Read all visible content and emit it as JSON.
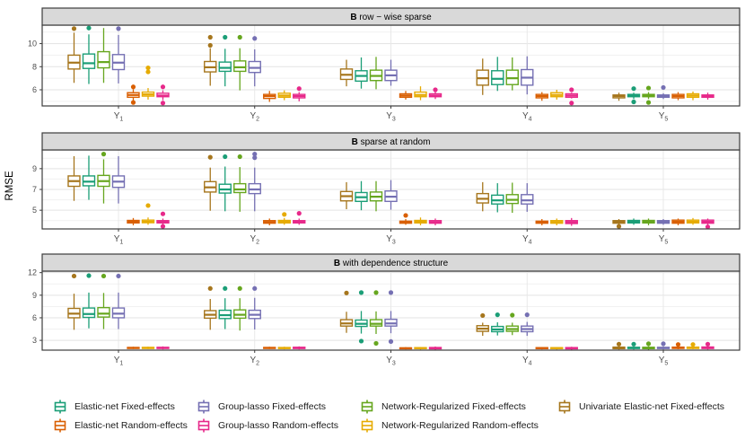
{
  "chart_data": {
    "type": "boxplot",
    "ylabel": "RMSE",
    "categories": [
      {
        "base": "Y",
        "sub": "1"
      },
      {
        "base": "Y",
        "sub": "2"
      },
      {
        "base": "Y",
        "sub": "3"
      },
      {
        "base": "Y",
        "sub": "4"
      },
      {
        "base": "Y",
        "sub": "5"
      }
    ],
    "methods": [
      {
        "key": "univariate-elastic-net-fixed",
        "label": "Univariate Elastic-net Fixed-effects",
        "color": "#A6761D"
      },
      {
        "key": "elastic-net-fixed",
        "label": "Elastic-net Fixed-effects",
        "color": "#1B9E77"
      },
      {
        "key": "network-regularized-fixed",
        "label": "Network-Regularized Fixed-effects",
        "color": "#66A61E"
      },
      {
        "key": "group-lasso-fixed",
        "label": "Group-lasso Fixed-effects",
        "color": "#7570B3"
      },
      {
        "key": "elastic-net-random",
        "label": "Elastic-net Random-effects",
        "color": "#D95F02"
      },
      {
        "key": "network-regularized-random",
        "label": "Network-Regularized Random-effects",
        "color": "#E6AB02"
      },
      {
        "key": "group-lasso-random",
        "label": "Group-lasso Random-effects",
        "color": "#E7298A"
      }
    ],
    "legend_rows": [
      [
        1,
        3,
        2,
        0
      ],
      [
        4,
        6,
        5
      ]
    ],
    "panels": [
      {
        "strip_bold": "B",
        "strip_text": "row − wise sparse",
        "yticks": [
          6,
          8,
          10
        ],
        "ylim": [
          4.6,
          11.6
        ],
        "groups": [
          [
            [
              6.6,
              7.8,
              8.35,
              9.0,
              10.95,
              [
                11.3
              ]
            ],
            [
              6.5,
              7.85,
              8.3,
              9.1,
              10.8,
              [
                11.35
              ]
            ],
            [
              6.6,
              7.9,
              8.4,
              9.3,
              11.35,
              []
            ],
            [
              6.55,
              7.75,
              8.35,
              9.05,
              10.75,
              [
                11.3
              ]
            ],
            [
              5.05,
              5.35,
              5.55,
              5.75,
              6.05,
              [
                6.25,
                4.9
              ]
            ],
            [
              5.15,
              5.45,
              5.6,
              5.8,
              6.15,
              [
                7.55,
                7.9
              ]
            ],
            [
              5.1,
              5.4,
              5.5,
              5.7,
              5.95,
              [
                6.25,
                4.85
              ]
            ]
          ],
          [
            [
              6.35,
              7.55,
              7.95,
              8.45,
              9.6,
              [
                9.85,
                10.55
              ]
            ],
            [
              6.3,
              7.6,
              7.9,
              8.4,
              9.55,
              [
                10.55
              ]
            ],
            [
              5.95,
              7.6,
              7.95,
              8.5,
              9.6,
              [
                10.55
              ]
            ],
            [
              6.3,
              7.5,
              7.9,
              8.45,
              9.5,
              [
                10.45
              ]
            ],
            [
              4.95,
              5.25,
              5.45,
              5.6,
              5.9,
              []
            ],
            [
              5.1,
              5.35,
              5.5,
              5.7,
              5.95,
              []
            ],
            [
              5.0,
              5.3,
              5.45,
              5.6,
              5.8,
              [
                6.1
              ]
            ]
          ],
          [
            [
              6.3,
              6.9,
              7.3,
              7.8,
              8.6,
              []
            ],
            [
              6.1,
              6.75,
              7.2,
              7.65,
              8.8,
              []
            ],
            [
              6.05,
              6.8,
              7.2,
              7.7,
              8.85,
              []
            ],
            [
              6.35,
              6.8,
              7.25,
              7.7,
              8.6,
              []
            ],
            [
              5.15,
              5.35,
              5.5,
              5.65,
              5.9,
              []
            ],
            [
              5.1,
              5.4,
              5.55,
              5.8,
              6.3,
              []
            ],
            [
              5.2,
              5.4,
              5.5,
              5.65,
              5.8,
              [
                6.0
              ]
            ]
          ],
          [
            [
              5.55,
              6.4,
              7.0,
              7.7,
              8.7,
              []
            ],
            [
              5.9,
              6.45,
              6.95,
              7.65,
              8.85,
              []
            ],
            [
              5.95,
              6.45,
              7.0,
              7.7,
              8.8,
              []
            ],
            [
              5.6,
              6.4,
              7.05,
              7.75,
              8.9,
              []
            ],
            [
              5.05,
              5.3,
              5.45,
              5.6,
              5.8,
              []
            ],
            [
              5.15,
              5.4,
              5.55,
              5.75,
              6.0,
              []
            ],
            [
              5.25,
              5.35,
              5.5,
              5.65,
              5.75,
              [
                6.0,
                4.85
              ]
            ]
          ],
          [
            [
              5.05,
              5.3,
              5.45,
              5.55,
              5.75,
              []
            ],
            [
              5.2,
              5.4,
              5.5,
              5.6,
              5.75,
              [
                6.1,
                4.95
              ]
            ],
            [
              5.2,
              5.4,
              5.5,
              5.6,
              5.8,
              [
                6.15,
                4.9
              ]
            ],
            [
              5.2,
              5.35,
              5.45,
              5.55,
              5.7,
              [
                6.2
              ]
            ],
            [
              5.1,
              5.3,
              5.45,
              5.6,
              5.8,
              []
            ],
            [
              5.1,
              5.35,
              5.5,
              5.65,
              5.85,
              []
            ],
            [
              5.15,
              5.35,
              5.45,
              5.55,
              5.75,
              []
            ]
          ]
        ]
      },
      {
        "strip_bold": "B",
        "strip_text": "sparse at random",
        "yticks": [
          5,
          7,
          9
        ],
        "ylim": [
          3.2,
          10.8
        ],
        "groups": [
          [
            [
              5.9,
              7.3,
              7.8,
              8.3,
              10.2,
              []
            ],
            [
              6.0,
              7.35,
              7.75,
              8.3,
              10.25,
              []
            ],
            [
              5.65,
              7.3,
              7.8,
              8.35,
              9.9,
              [
                10.4
              ]
            ],
            [
              5.65,
              7.2,
              7.75,
              8.3,
              10.2,
              []
            ],
            [
              3.55,
              3.78,
              3.9,
              4.02,
              4.25,
              []
            ],
            [
              3.6,
              3.8,
              3.9,
              4.05,
              4.3,
              [
                5.45
              ]
            ],
            [
              3.6,
              3.78,
              3.9,
              4.0,
              4.2,
              [
                4.65,
                3.45
              ]
            ]
          ],
          [
            [
              4.95,
              6.75,
              7.2,
              7.75,
              9.1,
              [
                10.1
              ]
            ],
            [
              4.9,
              6.65,
              7.0,
              7.5,
              9.2,
              [
                10.15
              ]
            ],
            [
              4.85,
              6.7,
              7.0,
              7.55,
              9.15,
              [
                10.15
              ]
            ],
            [
              4.9,
              6.6,
              7.0,
              7.55,
              9.1,
              [
                10.05,
                10.4
              ]
            ],
            [
              3.55,
              3.75,
              3.85,
              4.0,
              4.2,
              []
            ],
            [
              3.6,
              3.78,
              3.9,
              4.02,
              4.25,
              [
                4.6
              ]
            ],
            [
              3.6,
              3.78,
              3.9,
              4.0,
              4.2,
              [
                4.7
              ]
            ]
          ],
          [
            [
              5.1,
              5.9,
              6.35,
              6.8,
              7.7,
              []
            ],
            [
              5.0,
              5.85,
              6.25,
              6.7,
              7.8,
              []
            ],
            [
              4.9,
              5.9,
              6.3,
              6.75,
              7.8,
              []
            ],
            [
              5.05,
              5.85,
              6.3,
              6.85,
              7.9,
              []
            ],
            [
              3.6,
              3.75,
              3.85,
              3.95,
              4.15,
              [
                4.5
              ]
            ],
            [
              3.55,
              3.78,
              3.9,
              4.02,
              4.3,
              []
            ],
            [
              3.55,
              3.75,
              3.85,
              4.0,
              4.2,
              []
            ]
          ],
          [
            [
              4.9,
              5.7,
              6.1,
              6.6,
              7.7,
              []
            ],
            [
              4.8,
              5.6,
              5.95,
              6.45,
              7.6,
              []
            ],
            [
              4.75,
              5.65,
              6.0,
              6.5,
              7.65,
              []
            ],
            [
              4.85,
              5.6,
              5.95,
              6.5,
              7.6,
              []
            ],
            [
              3.55,
              3.75,
              3.85,
              3.95,
              4.15,
              []
            ],
            [
              3.55,
              3.75,
              3.85,
              4.0,
              4.2,
              []
            ],
            [
              3.5,
              3.72,
              3.85,
              4.0,
              4.25,
              []
            ]
          ],
          [
            [
              3.55,
              3.75,
              3.9,
              4.0,
              4.15,
              [
                3.45
              ]
            ],
            [
              3.6,
              3.78,
              3.9,
              4.02,
              4.2,
              []
            ],
            [
              3.55,
              3.78,
              3.9,
              4.02,
              4.2,
              []
            ],
            [
              3.6,
              3.75,
              3.88,
              4.0,
              4.15,
              []
            ],
            [
              3.55,
              3.75,
              3.9,
              4.05,
              4.2,
              []
            ],
            [
              3.6,
              3.78,
              3.9,
              4.05,
              4.25,
              []
            ],
            [
              3.55,
              3.75,
              3.9,
              4.05,
              4.2,
              [
                3.4
              ]
            ]
          ]
        ]
      },
      {
        "strip_bold": "B",
        "strip_text": "with dependence structure",
        "yticks": [
          3,
          6,
          9,
          12
        ],
        "ylim": [
          1.7,
          12.2
        ],
        "groups": [
          [
            [
              4.4,
              6.0,
              6.55,
              7.25,
              9.2,
              [
                11.55
              ]
            ],
            [
              4.6,
              6.05,
              6.5,
              7.3,
              9.35,
              [
                11.6
              ]
            ],
            [
              4.5,
              6.1,
              6.55,
              7.35,
              9.3,
              [
                11.55
              ]
            ],
            [
              4.5,
              6.0,
              6.55,
              7.3,
              9.35,
              [
                11.55
              ]
            ],
            [
              1.85,
              1.95,
              2.0,
              2.05,
              2.15,
              []
            ],
            [
              1.85,
              1.93,
              2.0,
              2.06,
              2.15,
              []
            ],
            [
              1.8,
              1.93,
              2.0,
              2.07,
              2.2,
              []
            ]
          ],
          [
            [
              4.4,
              5.95,
              6.4,
              6.95,
              8.5,
              [
                9.9
              ]
            ],
            [
              4.5,
              5.9,
              6.35,
              7.0,
              8.6,
              [
                9.9
              ]
            ],
            [
              4.3,
              5.95,
              6.4,
              7.05,
              8.6,
              [
                9.9
              ]
            ],
            [
              4.45,
              5.9,
              6.4,
              7.0,
              8.65,
              [
                9.9
              ]
            ],
            [
              1.85,
              1.93,
              2.0,
              2.05,
              2.15,
              []
            ],
            [
              1.8,
              1.92,
              1.98,
              2.05,
              2.15,
              []
            ],
            [
              1.8,
              1.92,
              2.0,
              2.08,
              2.2,
              []
            ]
          ],
          [
            [
              4.0,
              4.9,
              5.25,
              5.75,
              6.8,
              [
                9.3
              ]
            ],
            [
              3.9,
              4.85,
              5.2,
              5.7,
              6.9,
              [
                9.35,
                2.9
              ]
            ],
            [
              3.85,
              4.9,
              5.2,
              5.75,
              6.85,
              [
                9.35,
                2.6
              ]
            ],
            [
              3.95,
              4.9,
              5.25,
              5.8,
              6.9,
              [
                9.35,
                2.85
              ]
            ],
            [
              1.8,
              1.9,
              1.95,
              2.0,
              2.1,
              []
            ],
            [
              1.78,
              1.9,
              1.97,
              2.03,
              2.12,
              []
            ],
            [
              1.75,
              1.88,
              1.97,
              2.05,
              2.18,
              []
            ]
          ],
          [
            [
              3.6,
              4.2,
              4.55,
              4.95,
              5.35,
              [
                6.3
              ]
            ],
            [
              3.65,
              4.15,
              4.45,
              4.85,
              5.4,
              [
                6.4
              ]
            ],
            [
              3.7,
              4.2,
              4.5,
              4.9,
              5.35,
              [
                6.35
              ]
            ],
            [
              3.6,
              4.15,
              4.5,
              4.9,
              5.45,
              [
                6.4
              ]
            ],
            [
              1.8,
              1.9,
              1.97,
              2.03,
              2.12,
              []
            ],
            [
              1.78,
              1.9,
              1.96,
              2.03,
              2.1,
              []
            ],
            [
              1.75,
              1.88,
              1.96,
              2.04,
              2.15,
              []
            ]
          ],
          [
            [
              1.78,
              1.9,
              2.0,
              2.1,
              2.22,
              [
                2.5
              ]
            ],
            [
              1.78,
              1.92,
              2.0,
              2.08,
              2.2,
              [
                2.5
              ]
            ],
            [
              1.75,
              1.9,
              2.0,
              2.08,
              2.22,
              [
                2.55
              ]
            ],
            [
              1.78,
              1.92,
              2.0,
              2.07,
              2.2,
              [
                2.55
              ]
            ],
            [
              1.82,
              1.93,
              2.02,
              2.1,
              2.2,
              [
                2.45
              ]
            ],
            [
              1.82,
              1.93,
              2.02,
              2.1,
              2.22,
              [
                2.45
              ]
            ],
            [
              1.78,
              1.92,
              2.02,
              2.12,
              2.25,
              [
                2.5
              ]
            ]
          ]
        ]
      }
    ]
  }
}
